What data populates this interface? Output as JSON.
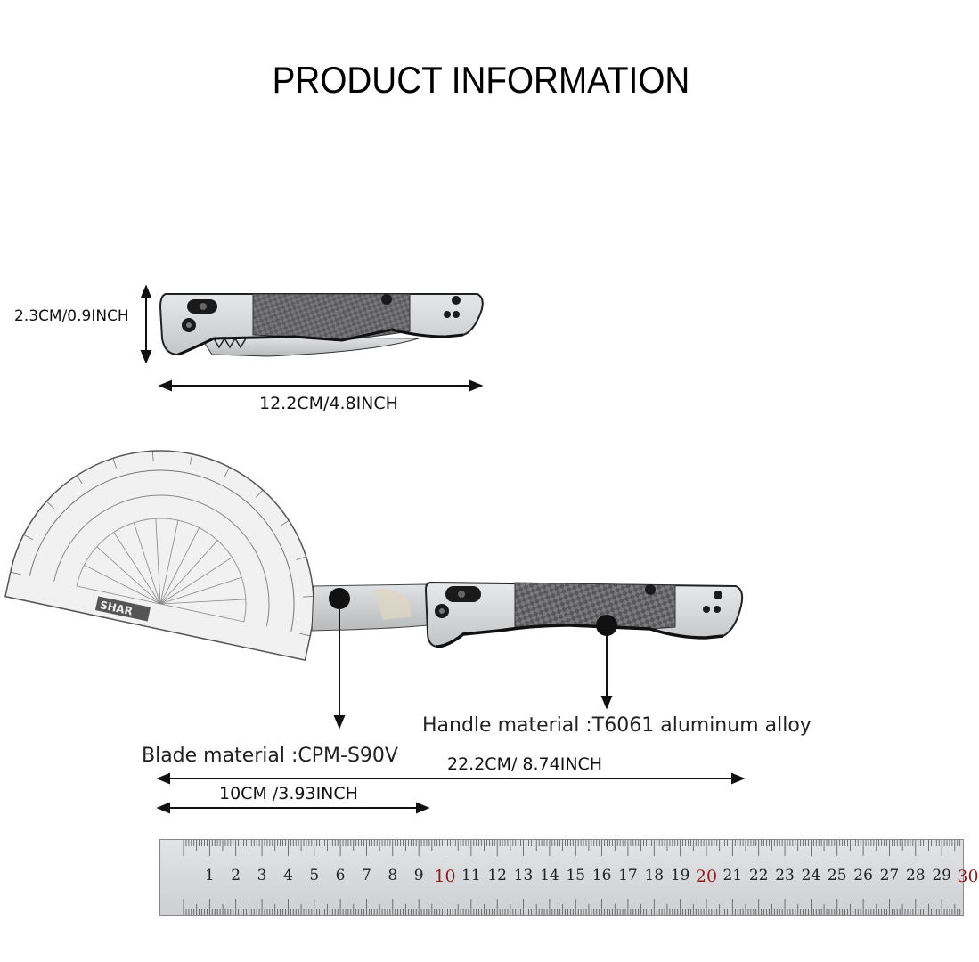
{
  "title": "PRODUCT INFORMATION",
  "closed_knife": {
    "height_label": "2.3CM/0.9INCH",
    "length_label": "12.2CM/4.8INCH"
  },
  "open_knife": {
    "blade_material_label": "Blade material :CPM-S90V",
    "handle_material_label": "Handle material :T6061 aluminum alloy",
    "total_length_label": "22.2CM/ 8.74INCH",
    "blade_length_label": "10CM /3.93INCH"
  },
  "ruler": {
    "numbers": [
      "1",
      "2",
      "3",
      "4",
      "5",
      "6",
      "7",
      "8",
      "9",
      "10",
      "11",
      "12",
      "13",
      "14",
      "15",
      "16",
      "17",
      "18",
      "19",
      "20",
      "21",
      "22",
      "23",
      "24",
      "25",
      "26",
      "27",
      "28",
      "29",
      "30"
    ],
    "highlight_color": "#8b1a1a"
  },
  "protractor": {
    "brand_text": "SHAR"
  },
  "colors": {
    "handle_aluminum": "#d7d8da",
    "carbon_fiber": "#6e6e70",
    "blade_steel": "#c9cacc",
    "line": "#111111"
  }
}
